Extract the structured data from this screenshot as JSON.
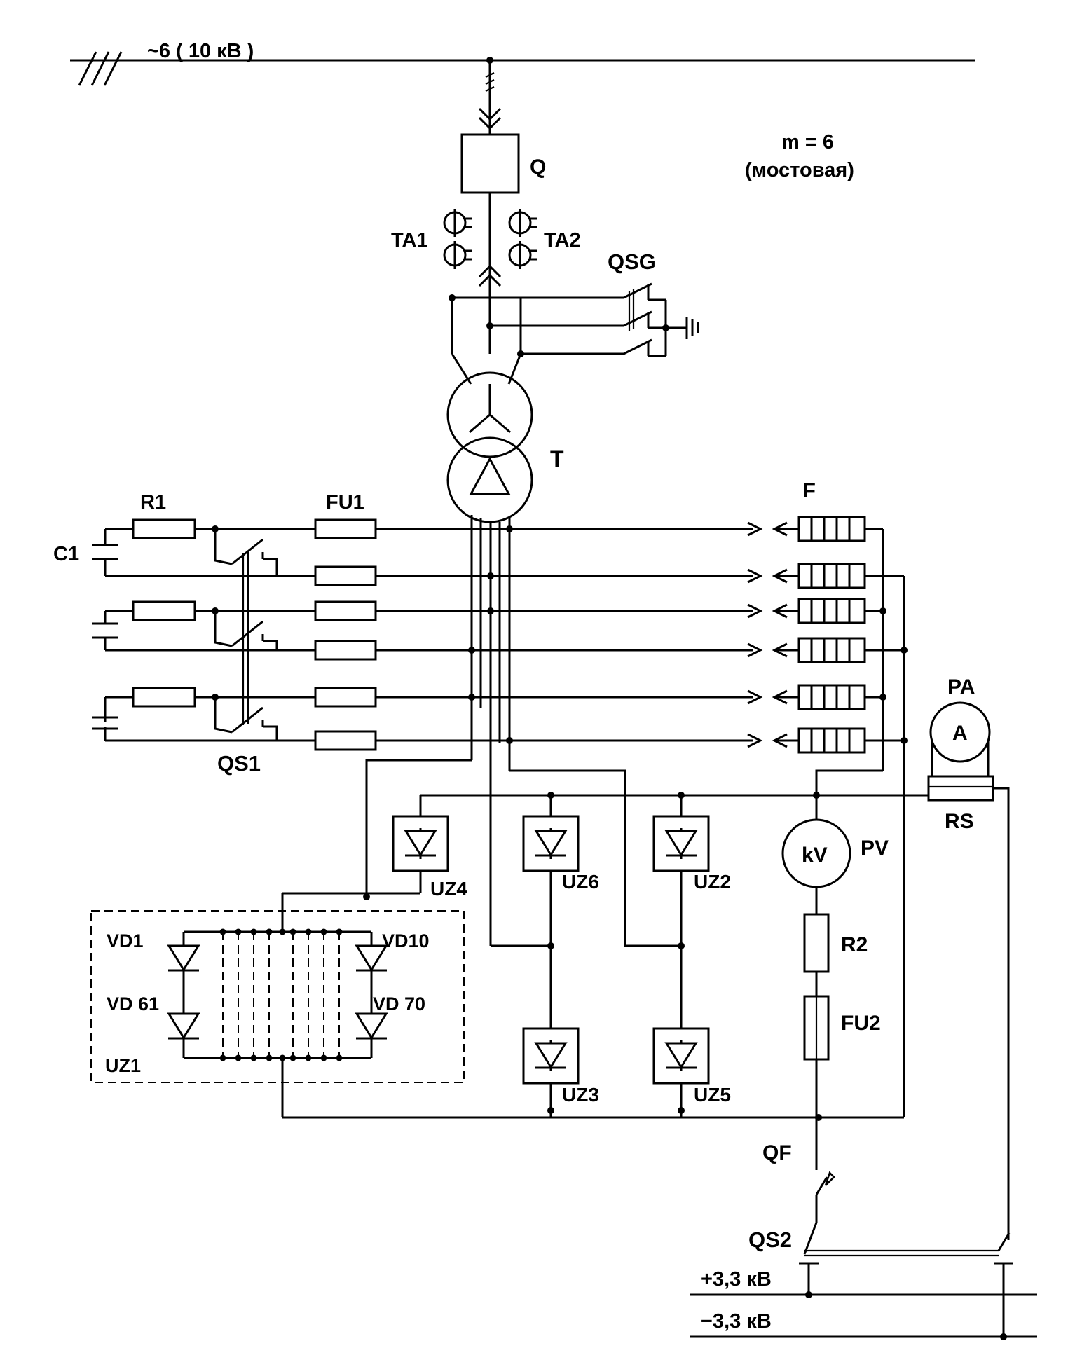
{
  "labels": {
    "hv_bus": "~6 ( 10 кВ )",
    "m": "m = 6",
    "bridge": "(мостовая)",
    "Q": "Q",
    "TA1": "TA1",
    "TA2": "TA2",
    "QSG": "QSG",
    "T": "T",
    "R1": "R1",
    "FU1": "FU1",
    "C1": "C1",
    "F": "F",
    "QS1": "QS1",
    "PA": "PA",
    "A": "A",
    "RS": "RS",
    "UZ4": "UZ4",
    "UZ6": "UZ6",
    "UZ2": "UZ2",
    "UZ3": "UZ3",
    "UZ5": "UZ5",
    "UZ1": "UZ1",
    "VD1": "VD1",
    "VD10": "VD10",
    "VD61": "VD 61",
    "VD70": "VD 70",
    "kV": "kV",
    "PV": "PV",
    "R2": "R2",
    "FU2": "FU2",
    "QF": "QF",
    "QS2": "QS2",
    "pos_bus": "+3,3 кВ",
    "neg_bus": "−3,3 кВ"
  }
}
